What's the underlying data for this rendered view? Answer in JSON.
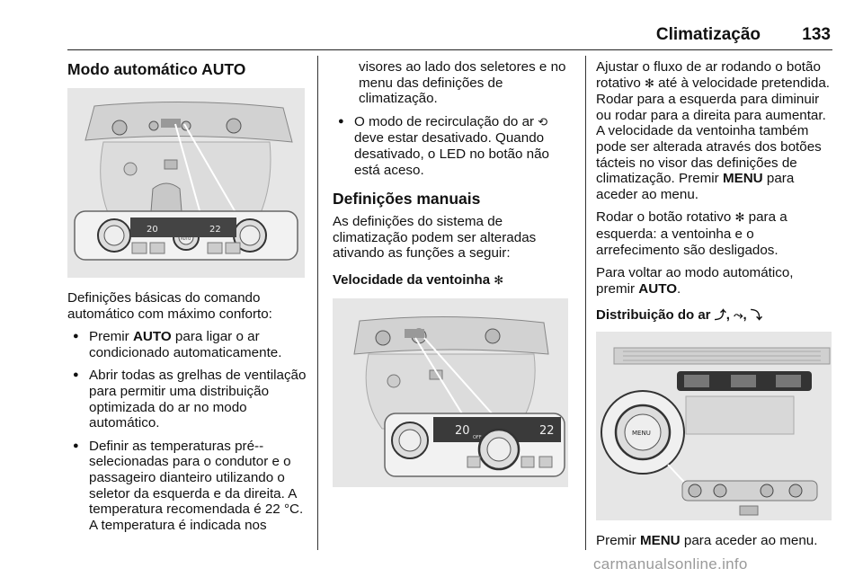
{
  "header": {
    "title": "Climatização",
    "page_number": "133"
  },
  "col1": {
    "heading": "Modo automático AUTO",
    "intro": "Definições básicas do comando automático com máximo conforto:",
    "bullet1_pre": "Premir ",
    "bullet1_key": "AUTO",
    "bullet1_post": " para ligar o ar condicionado automaticamente.",
    "bullet2": "Abrir todas as grelhas de ventilação para permitir uma distribuição optimizada do ar no modo automático.",
    "bullet3": "Definir as temperaturas pré--selecionadas para o condutor e o passageiro dianteiro utilizando o seletor da esquerda e da direita. A temperatura recomendada é 22 °C. A temperatura é indicada nos"
  },
  "col2": {
    "cont": "visores ao lado dos seletores e no menu das definições de climatização.",
    "bullet4_pre": "O modo de recirculação do ar ",
    "bullet4_post": " deve estar desativado. Quando desativado, o LED no botão não está aceso.",
    "heading": "Definições manuais",
    "intro": "As definições do sistema de climatização podem ser alteradas ativando as funções a seguir:",
    "subheading": "Velocidade da ventoinha"
  },
  "col3": {
    "p1a": "Ajustar o fluxo de ar rodando o botão rotativo ",
    "p1b": " até à velocidade pretendida. Rodar para a esquerda para diminuir ou rodar para a direita para aumentar. A velocidade da ventoinha também pode ser alterada através dos botões tácteis no visor das definições de climatização. Premir ",
    "p1key": "MENU",
    "p1c": " para aceder ao menu.",
    "p2a": "Rodar o botão rotativo ",
    "p2b": " para a esquerda: a ventoinha e o arrefecimento são desligados.",
    "p3a": "Para voltar ao modo automático, premir ",
    "p3key": "AUTO",
    "p3b": ".",
    "subheading": "Distribuição do ar",
    "subheading_sep": ",",
    "p4a": "Premir ",
    "p4key": "MENU",
    "p4b": " para aceder ao menu."
  },
  "figure1": {
    "left_temp": "20",
    "right_temp": "22",
    "knob_label": "AUTO"
  },
  "figure2": {
    "left_temp": "20",
    "right_temp": "22",
    "off_label": "OFF"
  },
  "figure3": {
    "knob_label": "MENU"
  },
  "icons": {
    "fan": "fan-icon",
    "recirculation": "recirculation-icon",
    "air_distribution": "air-distribution-icons"
  },
  "watermark": "carmanualsonline.info"
}
